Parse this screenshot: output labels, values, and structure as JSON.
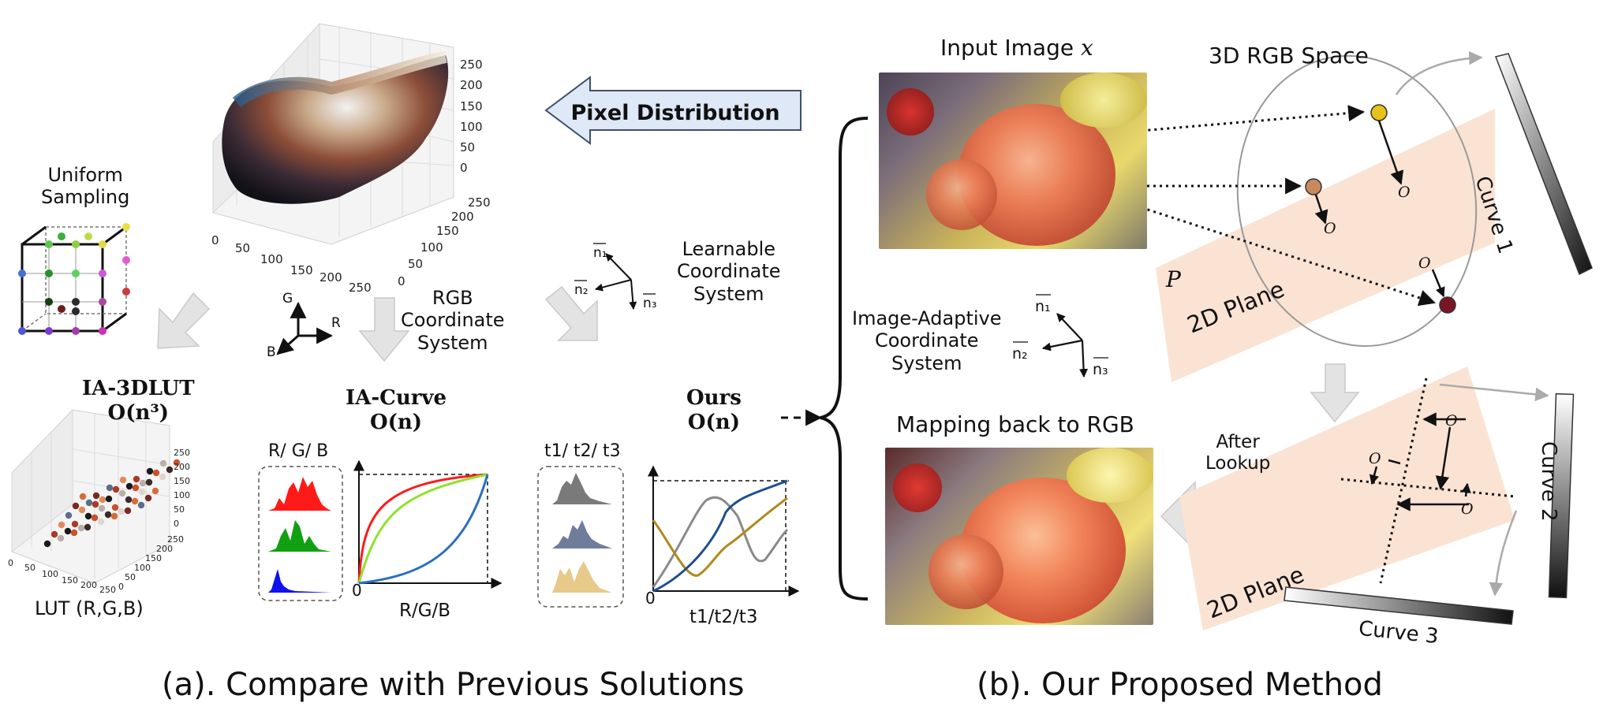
{
  "panel_a": {
    "caption": "(a). Compare with Previous Solutions",
    "pixel_distribution_label": "Pixel Distribution",
    "scatter_z_ticks": [
      "250",
      "200",
      "150",
      "100",
      "50",
      "0"
    ],
    "scatter_y_ticks": [
      "250",
      "200",
      "150",
      "100",
      "50",
      "0"
    ],
    "scatter_x_ticks": [
      "0",
      "50",
      "100",
      "150",
      "200",
      "250"
    ],
    "uniform_sampling": [
      "Uniform",
      "Sampling"
    ],
    "rgb_axes": {
      "g": "G",
      "r": "R",
      "b": "B"
    },
    "rgb_system": [
      "RGB",
      "Coordinate",
      "System"
    ],
    "learnable_system": [
      "Learnable",
      "Coordinate",
      "System"
    ],
    "n_labels": [
      "n₁",
      "n₂",
      "n₃"
    ],
    "lut_title": "IA-3DLUT",
    "lut_complexity": "O(n³)",
    "lut_z_ticks": [
      "250",
      "200",
      "150",
      "100",
      "50",
      "0"
    ],
    "lut_x_ticks": [
      "0",
      "50",
      "100",
      "150",
      "200",
      "250"
    ],
    "lut_y_ticks": [
      "250",
      "200",
      "150",
      "100",
      "50",
      "0"
    ],
    "lut_label": "LUT (R,G,B)",
    "curve_title": "IA-Curve",
    "curve_complexity": "O(n)",
    "rgb_hist_label": "R/ G/ B",
    "curve_origin": "0",
    "curve_xlabel": "R/G/B",
    "ours_title": "Ours",
    "ours_complexity": "O(n)",
    "t_hist_label": "t1/ t2/ t3",
    "ours_origin": "0",
    "ours_xlabel": "t1/t2/t3"
  },
  "panel_b": {
    "caption": "(b). Our Proposed Method",
    "input_image_label": "Input Image",
    "input_image_var": "x",
    "space_label": "3D RGB Space",
    "p_label": "P",
    "plane_label": "2D Plane",
    "plane_label_2": "2D Plane",
    "o_label": "O",
    "ia_system": [
      "Image-Adaptive",
      "Coordinate",
      "System"
    ],
    "n_labels": [
      "n₁",
      "n₂",
      "n₃"
    ],
    "mapping_label": "Mapping back to RGB",
    "after_lookup": [
      "After",
      "Lookup"
    ],
    "curve1": "Curve 1",
    "curve2": "Curve 2",
    "curve3": "Curve 3"
  },
  "colors": {
    "red": "#ff1a1a",
    "green": "#11a011",
    "blue": "#1111ee",
    "light_green": "#8ee22a",
    "curve_blue": "#2b6fbe",
    "gray": "#7a7a7a",
    "slate": "#6f7d9b",
    "sand": "#e7c98a",
    "ours_blue": "#1f4e8c",
    "ours_gold": "#b08a1e",
    "ours_gray": "#8a8a8a",
    "plane": "#fbe3d4",
    "arrow_gray": "#e3e3e3",
    "arrow_blue": "#dfe8f6"
  }
}
